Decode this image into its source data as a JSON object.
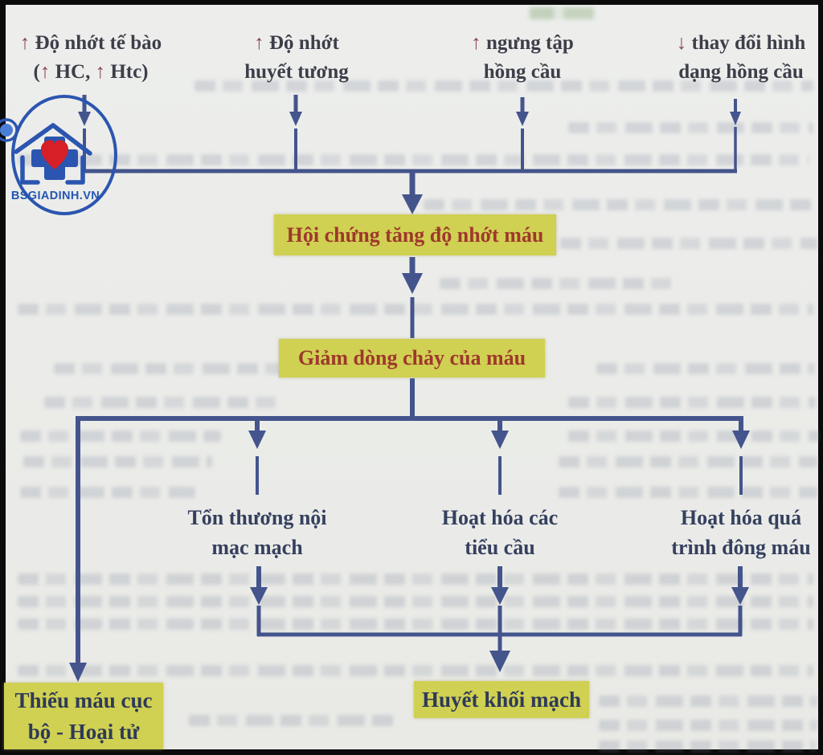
{
  "watermark": {
    "text": "BSGIADINH.VN"
  },
  "top_causes": [
    {
      "arrow": "↑",
      "line1": "Độ nhớt tế bào",
      "line2_parts": {
        "open": "(",
        "a1": "↑",
        "t1": " HC, ",
        "a2": "↑",
        "t2": " Htc)"
      }
    },
    {
      "arrow": "↑",
      "line1": "Độ nhớt",
      "line2": "huyết tương"
    },
    {
      "arrow": "↑",
      "line1": "ngưng tập",
      "line2": "hồng cầu"
    },
    {
      "arrow": "↓",
      "line1": "thay đổi hình",
      "line2": "dạng hồng cầu"
    }
  ],
  "boxes": {
    "syndrome": "Hội chứng tăng độ nhớt máu",
    "flow": "Giảm dòng chảy của máu",
    "ischemia_line1": "Thiếu máu cục",
    "ischemia_line2": "bộ - Hoại tử",
    "thrombosis": "Huyết khối mạch"
  },
  "mid_effects": [
    {
      "line1": "Tổn thương nội",
      "line2": "mạc mạch"
    },
    {
      "line1": "Hoạt hóa các",
      "line2": "tiểu cầu"
    },
    {
      "line1": "Hoạt hóa quá",
      "line2": "trình đông máu"
    }
  ],
  "colors": {
    "connector_navy": "#44548c",
    "highlight_yellow": "#d0d052",
    "box_text_red": "#9e382c",
    "box_text_navy": "#2e3a58",
    "cause_text": "#3e3e4a",
    "cause_arrow_maroon": "#8c4455",
    "logo_blue": "#2b55b0",
    "logo_heart_red": "#d61f26",
    "page_background": "#ebece9"
  }
}
